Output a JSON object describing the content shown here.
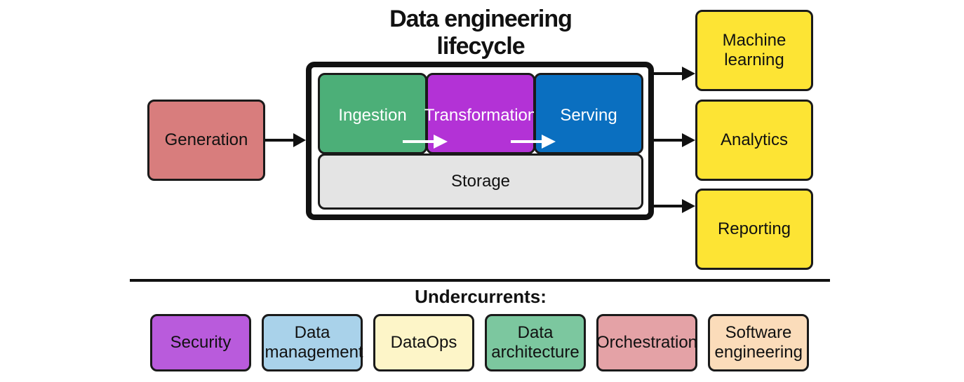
{
  "title": "Data engineering lifecycle",
  "generation": {
    "label": "Generation",
    "color": "#d87d7d"
  },
  "lifecycle": {
    "ingestion": {
      "label": "Ingestion",
      "color": "#4caf78"
    },
    "transformation": {
      "label": "Transformation",
      "color": "#b332d6"
    },
    "serving": {
      "label": "Serving",
      "color": "#0a6fc0"
    },
    "storage": {
      "label": "Storage",
      "color": "#e4e4e4"
    }
  },
  "outputs": [
    {
      "label": "Machine learning",
      "color": "#fde434"
    },
    {
      "label": "Analytics",
      "color": "#fde434"
    },
    {
      "label": "Reporting",
      "color": "#fde434"
    }
  ],
  "undercurrents": {
    "title": "Undercurrents:",
    "items": [
      {
        "label": "Security",
        "color": "#b95bdc"
      },
      {
        "label": "Data management",
        "color": "#a9d2ea"
      },
      {
        "label": "DataOps",
        "color": "#fdf5c8"
      },
      {
        "label": "Data architecture",
        "color": "#7cc79f"
      },
      {
        "label": "Orchestration",
        "color": "#e4a2a6"
      },
      {
        "label": "Software engineering",
        "color": "#fbdcba"
      }
    ]
  }
}
